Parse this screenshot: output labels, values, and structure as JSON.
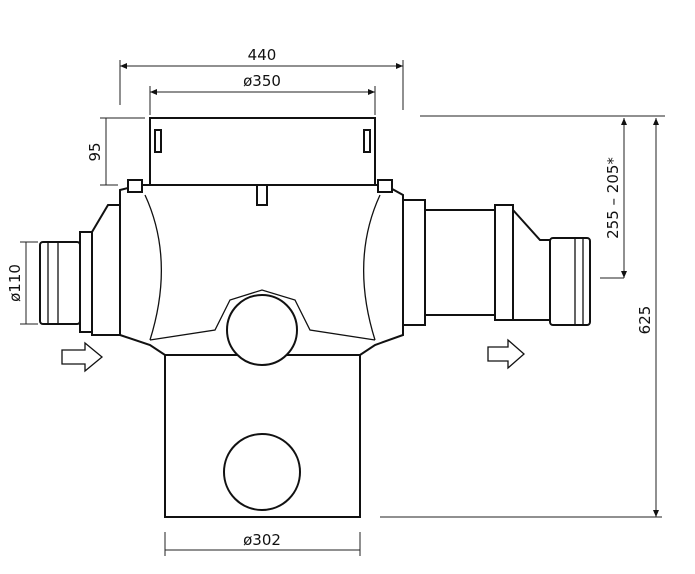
{
  "drawing": {
    "dimensions": {
      "overall_width": "440",
      "top_diameter": "ø350",
      "top_height": "95",
      "inlet_diameter": "ø110",
      "outlet_height_range": "255 – 205*",
      "overall_height": "625",
      "bottom_diameter": "ø302"
    },
    "icons": [
      "flow-arrow-inlet",
      "flow-arrow-outlet"
    ]
  }
}
